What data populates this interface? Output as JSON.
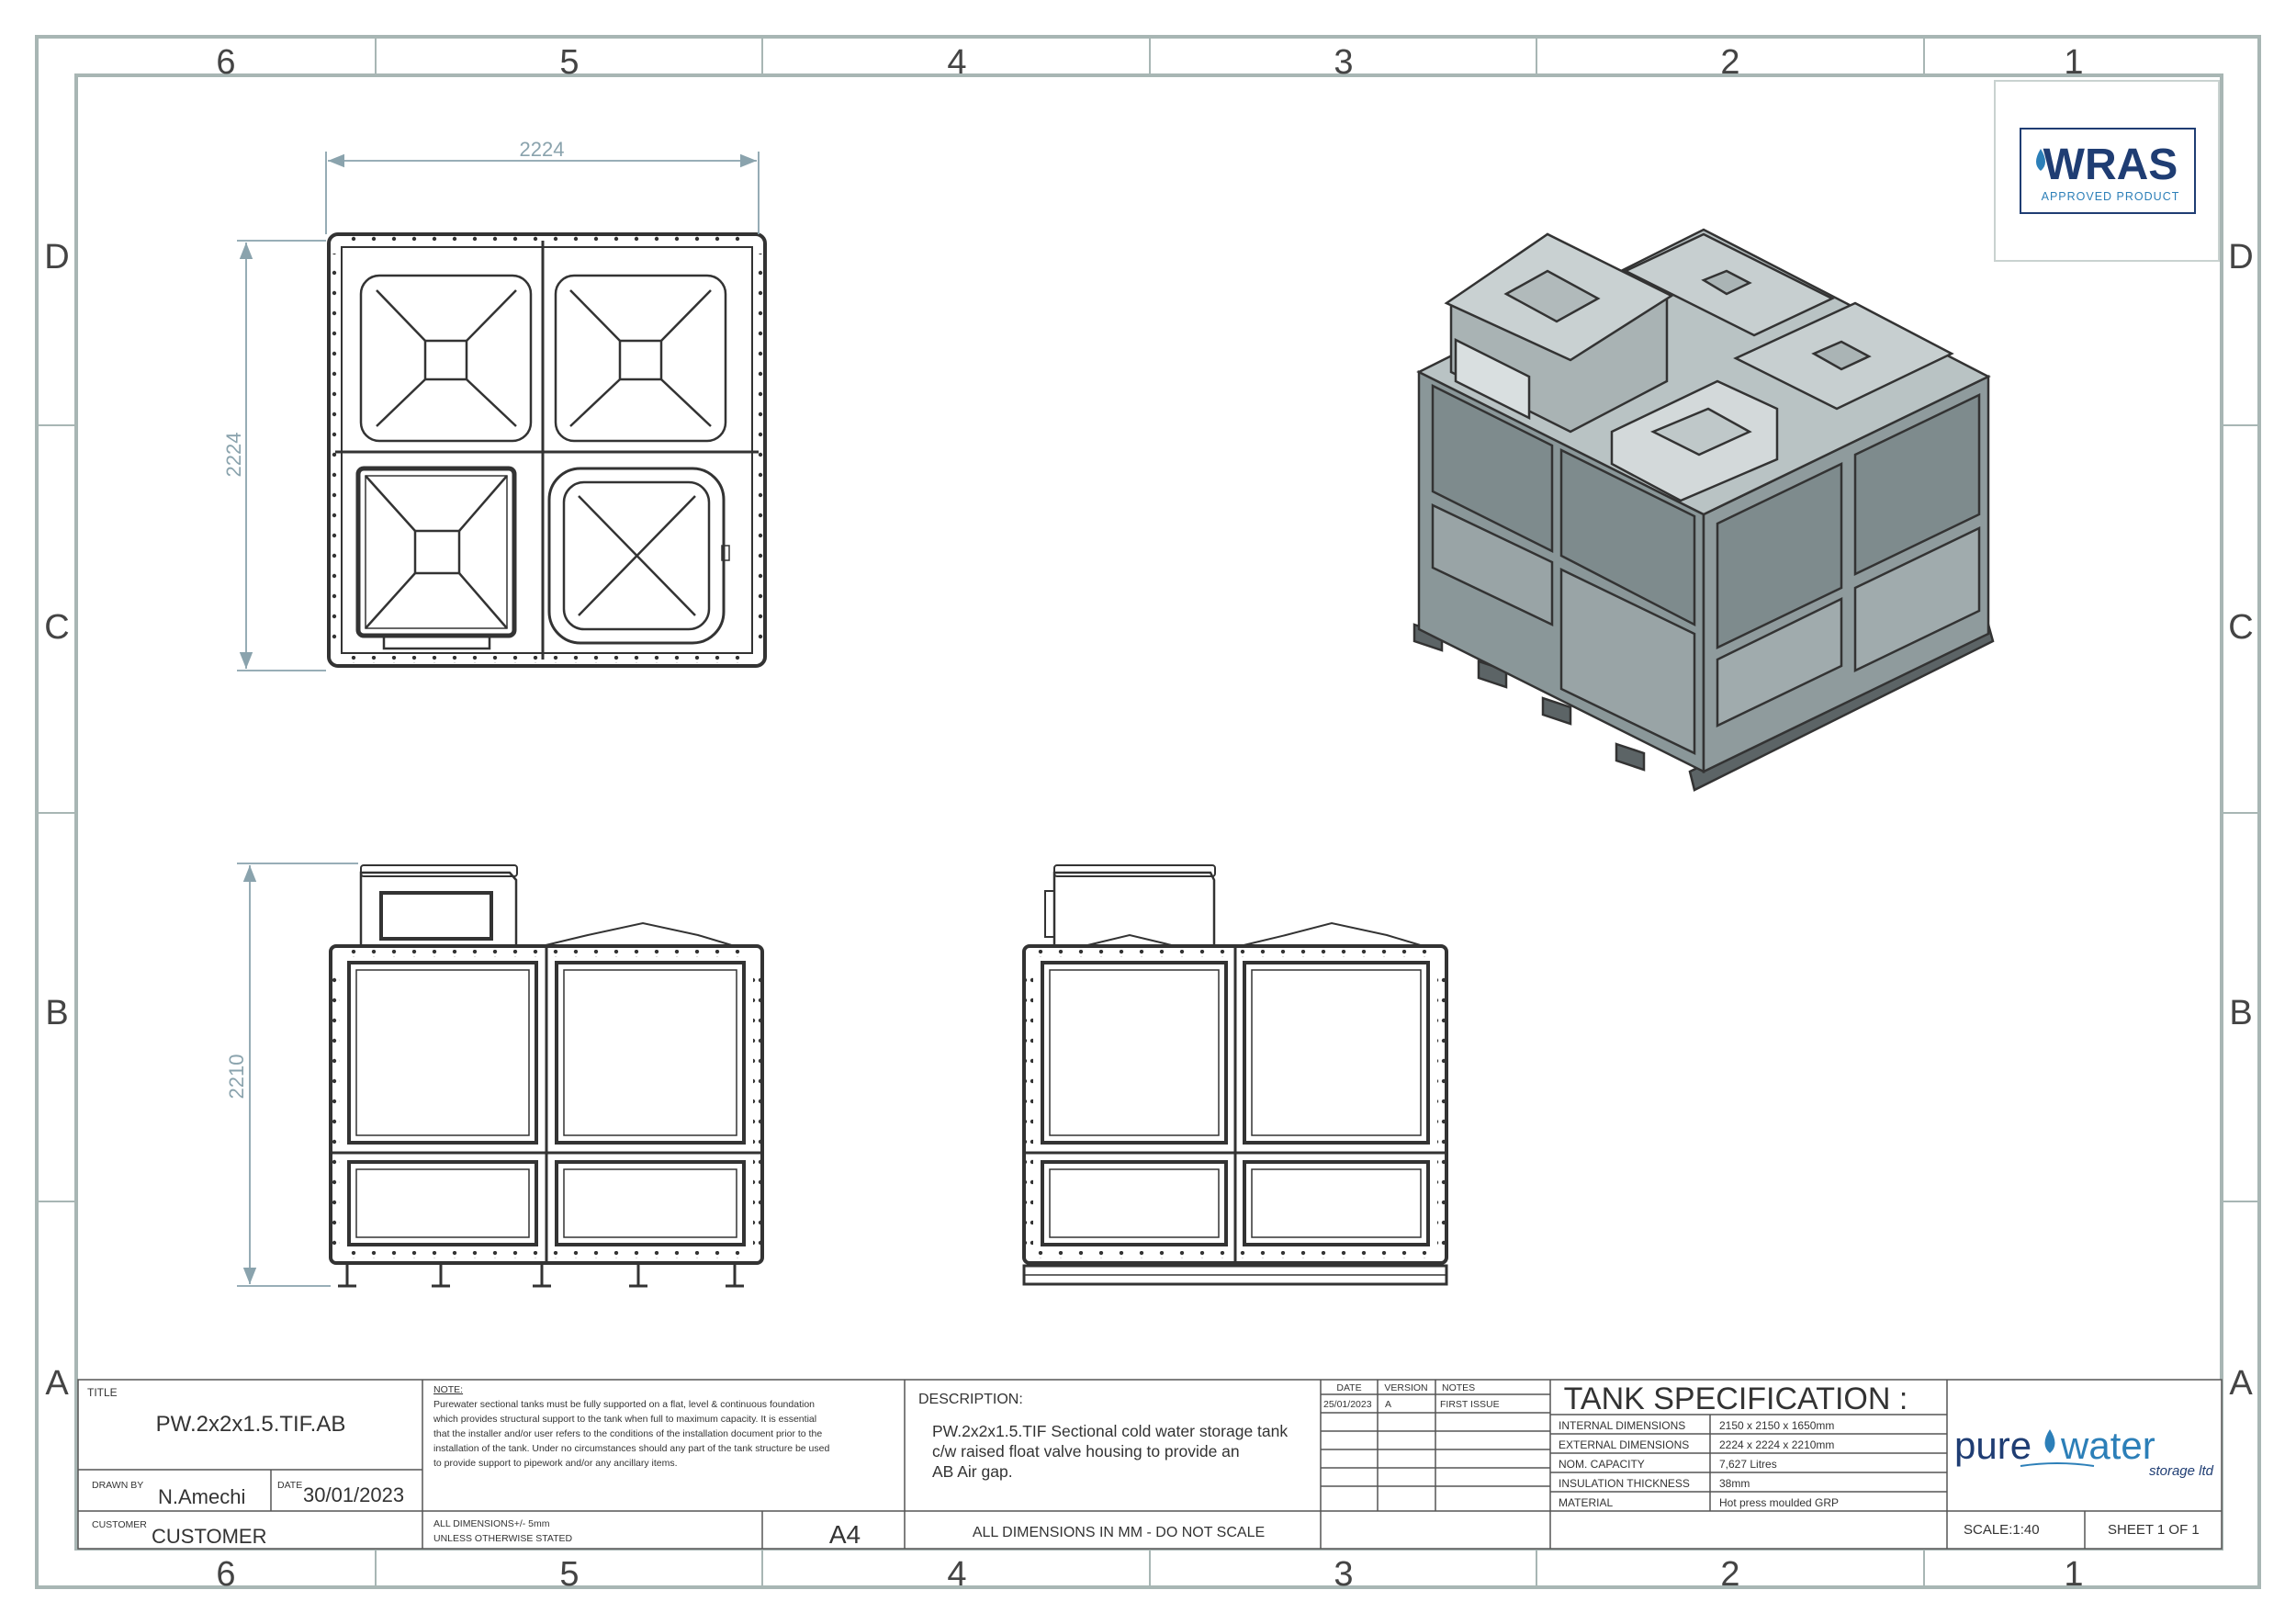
{
  "zones": {
    "columns": [
      "6",
      "5",
      "4",
      "3",
      "2",
      "1"
    ],
    "rows": [
      "D",
      "C",
      "B",
      "A"
    ]
  },
  "logo_wras": {
    "name": "WRAS",
    "sub": "APPROVED PRODUCT",
    "icon": "water-drop-icon",
    "color": "#1f3d73",
    "accent": "#2c7fb8"
  },
  "views": {
    "plan": {
      "width_dim": "2224",
      "depth_dim": "2224"
    },
    "front": {
      "height_dim": "2210"
    }
  },
  "title_block": {
    "title_label": "TITLE",
    "title": "PW.2x2x1.5.TIF.AB",
    "drawn_by_label": "DRAWN BY",
    "drawn_by": "N.Amechi",
    "date_label": "DATE",
    "date": "30/01/2023",
    "customer_label": "CUSTOMER",
    "customer": "CUSTOMER",
    "note_label": "NOTE:",
    "note_lines": [
      "Purewater sectional tanks must be fully supported on a flat, level & continuous foundation",
      "which provides structural support to the tank when full to maximum capacity. It is essential",
      "that the installer and/or user refers to the conditions of the installation document prior to the",
      "installation of the tank. Under no circumstances should any part of the tank structure be used",
      "to provide support to pipework and/or any ancillary items."
    ],
    "tolerance_lines": [
      "ALL DIMENSIONS+/- 5mm",
      "UNLESS OTHERWISE STATED"
    ],
    "paper_size": "A4",
    "description_label": "DESCRIPTION:",
    "description_lines": [
      "PW.2x2x1.5.TIF Sectional cold water storage tank",
      "c/w raised float valve housing to provide an",
      "AB Air gap."
    ],
    "dimensions_note": "ALL DIMENSIONS IN MM - DO NOT SCALE",
    "revision_headers": [
      "DATE",
      "VERSION",
      "NOTES"
    ],
    "revisions": [
      {
        "date": "25/01/2023",
        "version": "A",
        "notes": "FIRST ISSUE"
      }
    ],
    "spec_title": "TANK SPECIFICATION :",
    "spec": [
      {
        "label": "INTERNAL DIMENSIONS",
        "value": "2150 x 2150 x 1650mm"
      },
      {
        "label": "EXTERNAL DIMENSIONS",
        "value": "2224 x 2224 x 2210mm"
      },
      {
        "label": "NOM. CAPACITY",
        "value": "7,627 Litres"
      },
      {
        "label": "INSULATION THICKNESS",
        "value": "38mm"
      },
      {
        "label": "MATERIAL",
        "value": "Hot press moulded GRP"
      }
    ],
    "scale": "SCALE:1:40",
    "sheet": "SHEET 1 OF 1"
  },
  "logo_purewater": {
    "left": "pure",
    "right": "water",
    "sub": "storage ltd",
    "icon": "water-drop-icon",
    "color": "#1f3d73",
    "accent": "#2c7fb8"
  }
}
